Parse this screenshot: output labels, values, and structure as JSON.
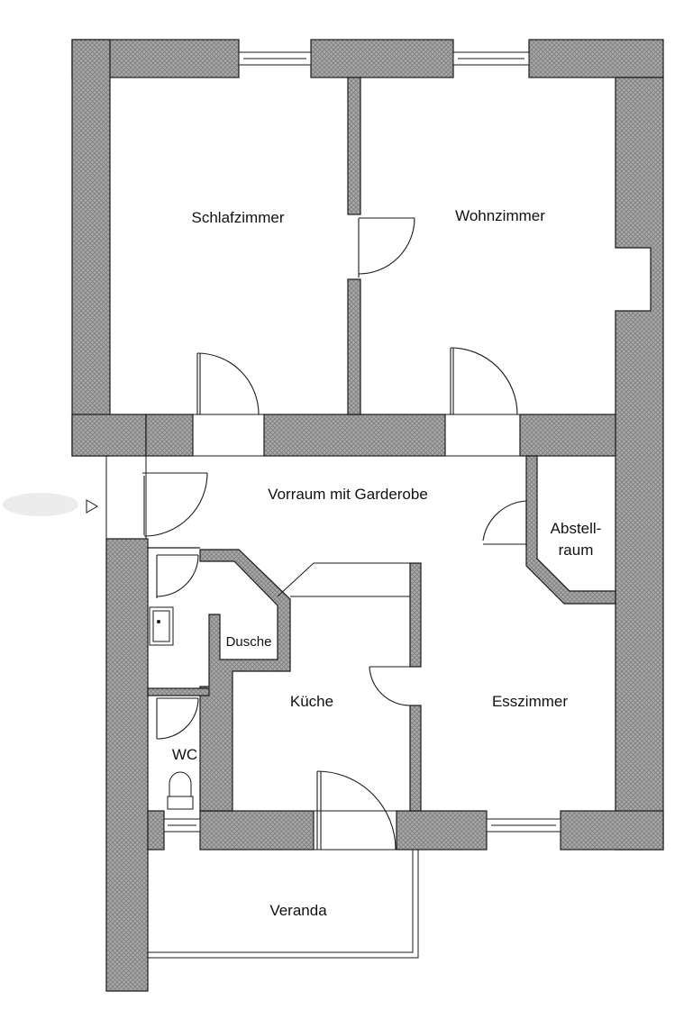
{
  "rooms": {
    "schlafzimmer": "Schlafzimmer",
    "wohnzimmer": "Wohnzimmer",
    "vorraum": "Vorraum mit Garderobe",
    "abstell_line1": "Abstell-",
    "abstell_line2": "raum",
    "dusche": "Dusche",
    "kueche": "Küche",
    "esszimmer": "Esszimmer",
    "wc": "WC",
    "veranda": "Veranda"
  },
  "colors": {
    "wall_fill": "#a9a9a9",
    "wall_stroke": "#1a1a1a",
    "hatch": "#7d7d7d"
  },
  "icons": {
    "entrance": "entrance-arrow-icon"
  }
}
